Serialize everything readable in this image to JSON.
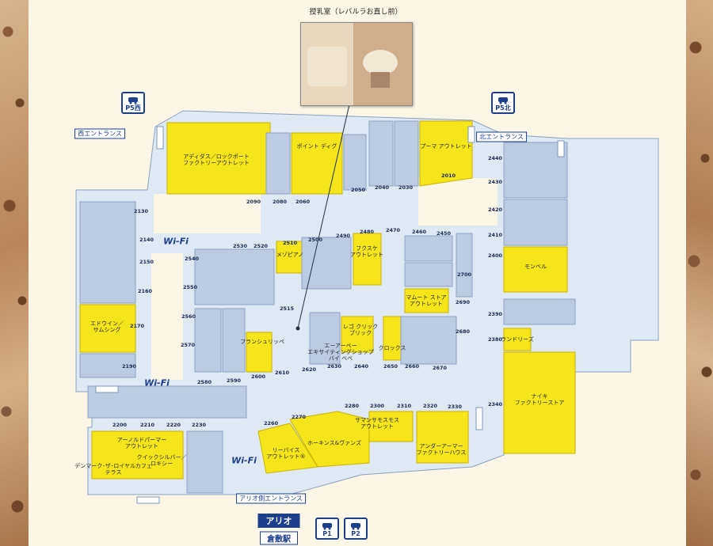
{
  "photo": {
    "caption": "授乳室（レバルラお直し前）"
  },
  "entrances": [
    {
      "id": "west",
      "label": "西エントランス"
    },
    {
      "id": "north",
      "label": "北エントランス"
    },
    {
      "id": "ario",
      "label": "アリオ側エントランス"
    }
  ],
  "parking": [
    {
      "id": "p5w",
      "label": "P5西"
    },
    {
      "id": "p5n",
      "label": "P5北"
    },
    {
      "id": "p1",
      "label": "P1"
    },
    {
      "id": "p2",
      "label": "P2"
    }
  ],
  "signs": {
    "ario": "アリオ",
    "kurashiki": "倉敷駅"
  },
  "wifi_label": "Wi-Fi",
  "stores": [
    {
      "id": "adidas",
      "name": "アディダス／ロックポート\nファクトリーアウトレット"
    },
    {
      "id": "point-dig",
      "name": "ポイント ディグ"
    },
    {
      "id": "puma",
      "name": "プーマ アウトレット"
    },
    {
      "id": "edwin",
      "name": "エドウイン／\nサムシング"
    },
    {
      "id": "meso",
      "name": "メゾピアノ"
    },
    {
      "id": "fukusuke",
      "name": "フクスケ\nアウトレット"
    },
    {
      "id": "mamut",
      "name": "マムート ストア\nアウトレット"
    },
    {
      "id": "montbell",
      "name": "モンベル"
    },
    {
      "id": "landries",
      "name": "ランドリーズ"
    },
    {
      "id": "nike",
      "name": "ナイキ\nファクトリーストア"
    },
    {
      "id": "francfranc",
      "name": "フランシュリッペ"
    },
    {
      "id": "abi",
      "name": "エーアーベー\nエキサイティングショップ\nバイ ベベ"
    },
    {
      "id": "lego",
      "name": "レゴ クリック\nブリック"
    },
    {
      "id": "crocs",
      "name": "クロックス"
    },
    {
      "id": "samsonite",
      "name": "サマンサモスモス\nアウトレット"
    },
    {
      "id": "hawkins",
      "name": "ホーキンス&ヴァンズ"
    },
    {
      "id": "levis",
      "name": "リーバイス\nアウトレット®"
    },
    {
      "id": "underarmour",
      "name": "アンダーアーマー\nファクトリーハウス"
    },
    {
      "id": "arnold",
      "name": "アーノルドパーマー\nアウトレット"
    },
    {
      "id": "quiksilver",
      "name": "クイックシルバー／\nロキシー"
    },
    {
      "id": "denmark",
      "name": "デンマーク･ザ･ロイヤルカフェ\nテラス"
    }
  ],
  "unit_numbers": [
    "2090",
    "2080",
    "2060",
    "2050",
    "2040",
    "2030",
    "2010",
    "2440",
    "2430",
    "2420",
    "2410",
    "2400",
    "2390",
    "2380",
    "2340",
    "2130",
    "2140",
    "2150",
    "2160",
    "2170",
    "2190",
    "2540",
    "2530",
    "2520",
    "2510",
    "2500",
    "2490",
    "2480",
    "2470",
    "2460",
    "2450",
    "2700",
    "2690",
    "2680",
    "2670",
    "2660",
    "2650",
    "2640",
    "2630",
    "2620",
    "2610",
    "2600",
    "2590",
    "2580",
    "2570",
    "2560",
    "2550",
    "2515",
    "2280",
    "2300",
    "2310",
    "2320",
    "2330",
    "2270",
    "2260",
    "2200",
    "2210",
    "2220",
    "2230"
  ],
  "colors": {
    "store_yellow": "#f7e51c",
    "store_blue": "#bccbe2",
    "corridor": "#dfe9f3",
    "accent": "#1c3f8c"
  }
}
